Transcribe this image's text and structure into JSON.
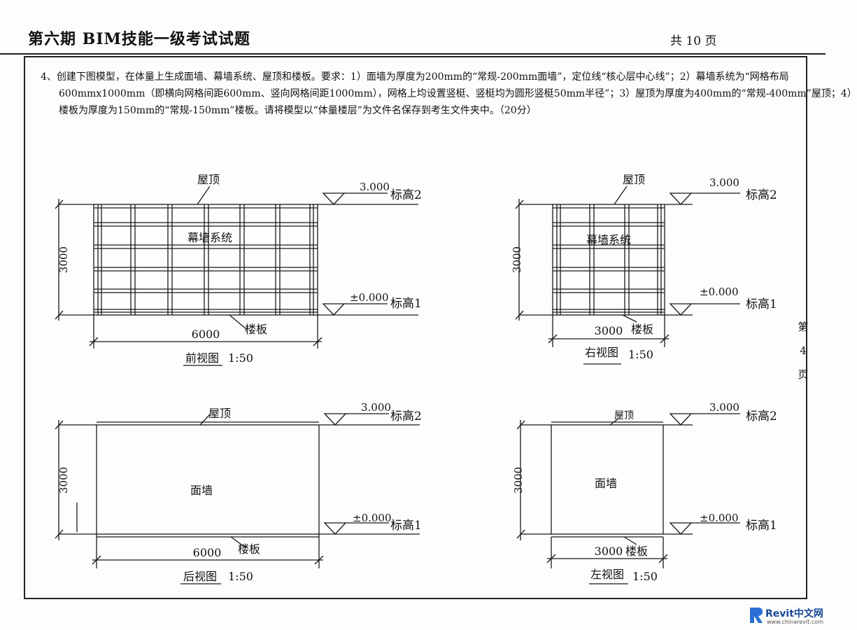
{
  "header": {
    "title": "第六期 BIM技能一级考试试题",
    "total_pages": "共 10 页"
  },
  "question": {
    "line1": "4、创建下图模型，在体量上生成面墙、幕墙系统、屋顶和楼板。要求：1）面墙为厚度为200mm的“常规-200mm面墙”，定位线“核心层中心线”；2）幕墙系统为“网格布局",
    "line2": "600mmx1000mm（即横向网格间距600mm、竖向网格间距1000mm），网格上均设置竖梃、竖梃均为圆形竖梃50mm半径”；3）屋顶为厚度为400mm的“常规-400mm”屋顶；4）",
    "line3": "楼板为厚度为150mm的“常规-150mm”楼板。请将模型以“体量楼层”为文件名保存到考生文件夹中。（20分）"
  },
  "side_page": {
    "di": "第",
    "num": "4",
    "ye": "页"
  },
  "common": {
    "roof": "屋顶",
    "floor": "楼板",
    "top_level_value": "3.000",
    "top_level_name": "标高2",
    "base_level_value": "±0.000",
    "base_level_name": "标高1",
    "height_dim": "3000",
    "scale": "1:50"
  },
  "views": {
    "front": {
      "title": "前视图",
      "width_dim": "6000",
      "body_label": "幕墙系统"
    },
    "right": {
      "title": "右视图",
      "width_dim": "3000",
      "body_label": "幕墙系统"
    },
    "back": {
      "title": "后视图",
      "width_dim": "6000",
      "body_label": "面墙"
    },
    "left": {
      "title": "左视图",
      "width_dim": "3000",
      "body_label": "面墙"
    }
  },
  "watermark": {
    "brand": "Revit中文网",
    "url": "www.chinarevit.com",
    "brand_color": "#1b4a9a"
  }
}
